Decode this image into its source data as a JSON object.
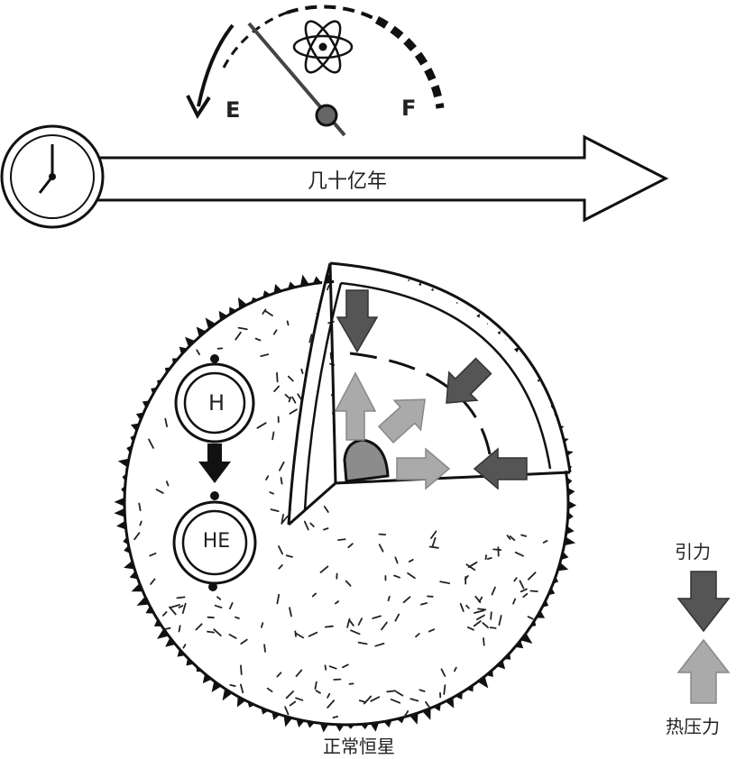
{
  "gauge": {
    "empty_label": "E",
    "full_label": "F",
    "icon": "atom-icon"
  },
  "timeline": {
    "label": "几十亿年",
    "icon": "clock-icon"
  },
  "fusion": {
    "from_label": "H",
    "to_label": "HE"
  },
  "legend": {
    "gravity_label": "引力",
    "thermal_label": "热压力",
    "gravity_color": "#555555",
    "thermal_color": "#aaaaaa"
  },
  "caption": "正常恒星"
}
